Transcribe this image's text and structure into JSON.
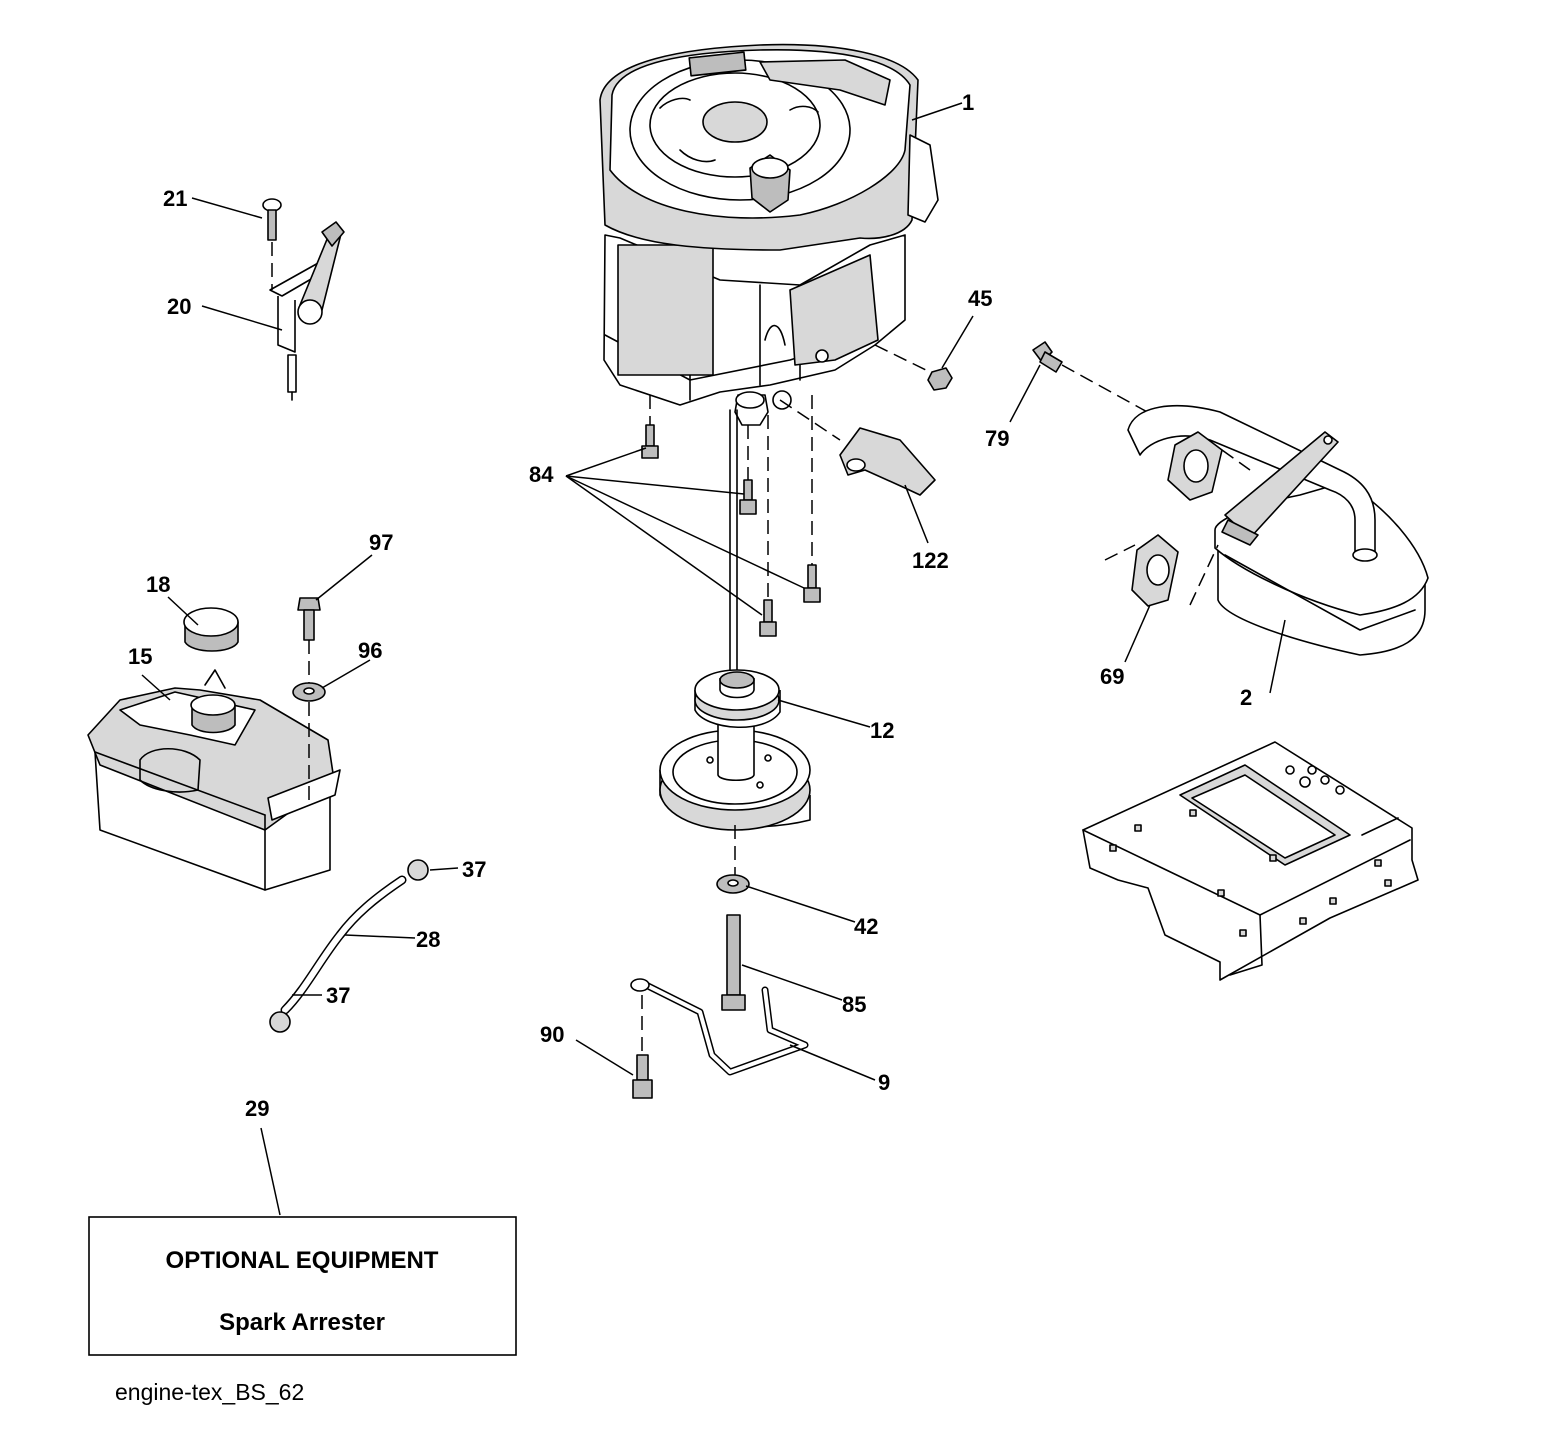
{
  "callouts": {
    "c1": "1",
    "c2": "2",
    "c9": "9",
    "c12": "12",
    "c15": "15",
    "c18": "18",
    "c20": "20",
    "c21": "21",
    "c28": "28",
    "c29": "29",
    "c37a": "37",
    "c37b": "37",
    "c42": "42",
    "c45": "45",
    "c69": "69",
    "c79": "79",
    "c84": "84",
    "c85": "85",
    "c90": "90",
    "c96": "96",
    "c97": "97",
    "c122": "122"
  },
  "optional_box": {
    "title": "OPTIONAL EQUIPMENT",
    "item": "Spark Arrester"
  },
  "drawing_id": "engine-tex_BS_62"
}
